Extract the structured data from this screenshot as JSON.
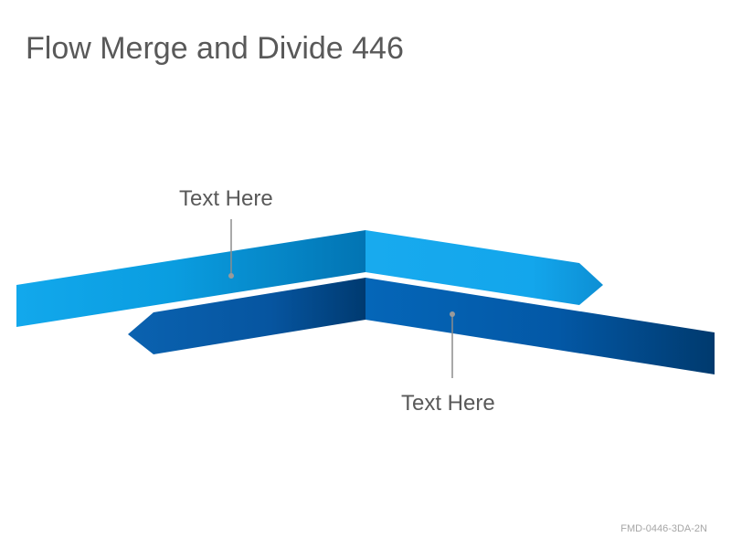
{
  "title": "Flow Merge and Divide 446",
  "labels": {
    "top": "Text Here",
    "bottom": "Text Here"
  },
  "code": "FMD-0446-3DA-2N",
  "colors": {
    "light_blue": "#0ea5e9",
    "dark_blue": "#004a8f",
    "leader": "#8c8c8c",
    "text": "#595959"
  }
}
